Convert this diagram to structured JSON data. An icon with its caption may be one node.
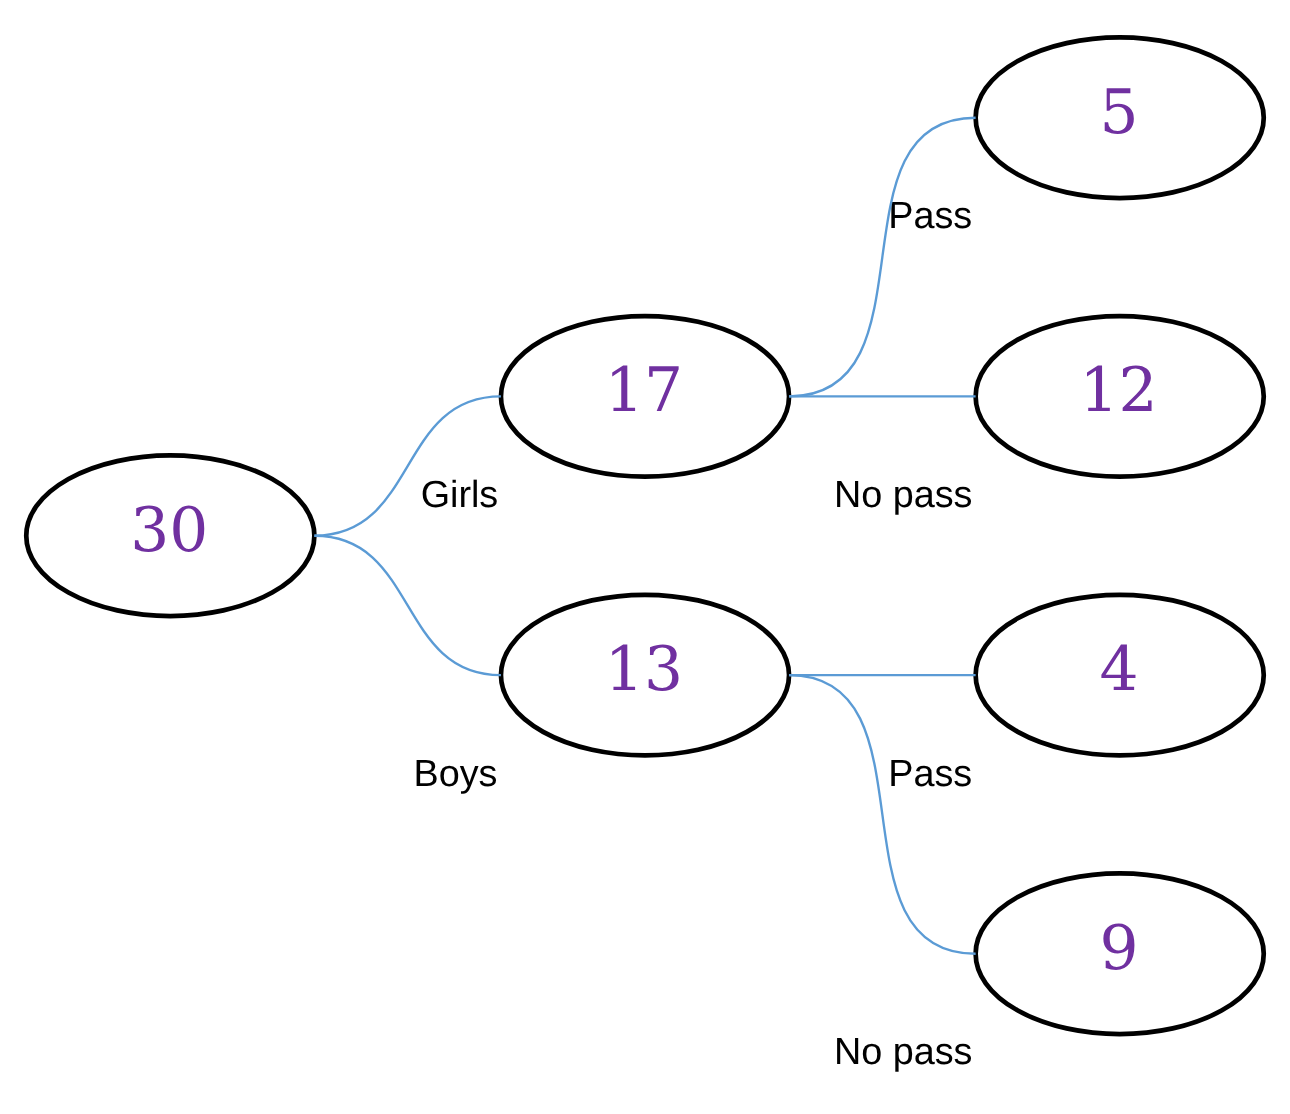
{
  "diagram": {
    "nodes": [
      {
        "text": [
          "30"
        ]
      },
      {
        "text": [
          "17"
        ],
        "beside": [
          "Girls"
        ]
      },
      {
        "text": [
          "13"
        ],
        "beside": [
          "Boys"
        ]
      },
      {
        "text": [
          "5"
        ],
        "beside": [
          "Pass"
        ]
      },
      {
        "text": [
          "12"
        ],
        "beside": [
          "No pass"
        ]
      },
      {
        "text": [
          "4"
        ],
        "beside": [
          "Pass"
        ]
      },
      {
        "text": [
          "9"
        ],
        "beside": [
          "No pass"
        ]
      }
    ],
    "edges": [
      {
        "from": 0,
        "to": 1,
        "arrow": "none"
      },
      {
        "from": 0,
        "to": 2,
        "arrow": "none"
      },
      {
        "from": 1,
        "to": 3,
        "arrow": "none"
      },
      {
        "from": 1,
        "to": 4,
        "arrow": "none"
      },
      {
        "from": 2,
        "to": 5,
        "arrow": "none"
      },
      {
        "from": 2,
        "to": 6,
        "arrow": "none"
      }
    ]
  }
}
